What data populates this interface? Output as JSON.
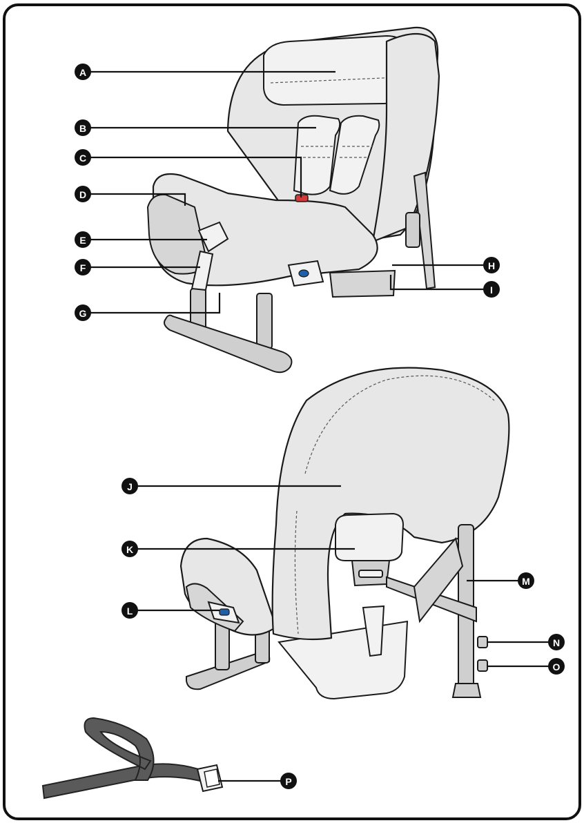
{
  "labels": [
    "A",
    "B",
    "C",
    "D",
    "E",
    "F",
    "G",
    "H",
    "I",
    "J",
    "K",
    "L",
    "M",
    "N",
    "O",
    "P"
  ],
  "colors": {
    "frame": "#111111",
    "seat": "#e7e7e7",
    "button": "#1f5fa8",
    "buckle": "#d23a3a",
    "tether": "#5a5a5a"
  }
}
